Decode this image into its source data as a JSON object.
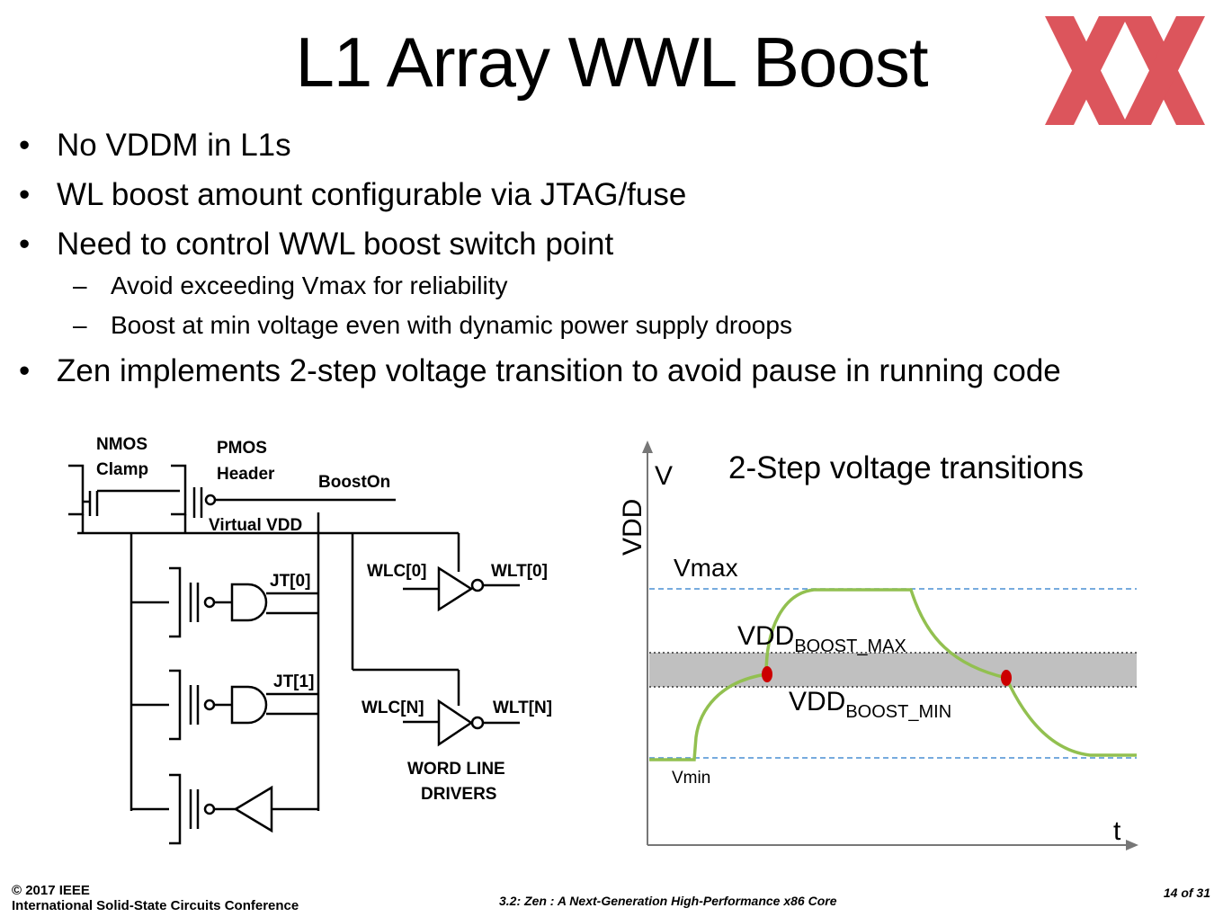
{
  "title": "L1 Array WWL Boost",
  "bullets": [
    {
      "text": "No VDDM in L1s"
    },
    {
      "text": "WL boost amount configurable via JTAG/fuse"
    },
    {
      "text": "Need to control WWL boost switch point"
    },
    {
      "text": "Avoid exceeding Vmax for reliability"
    },
    {
      "text": "Boost at min voltage even with dynamic power supply droops"
    },
    {
      "text": "Zen implements 2-step voltage transition to avoid pause in running code"
    }
  ],
  "bullet_mark": "•",
  "dash_mark": "–",
  "circuit": {
    "nmos_label": "NMOS",
    "clamp_label": "Clamp",
    "pmos_label": "PMOS",
    "header_label": "Header",
    "boost_on": "BoostOn",
    "virtual_vdd": "Virtual VDD",
    "jt0": "JT[0]",
    "jt1": "JT[1]",
    "wlc0": "WLC[0]",
    "wlt0": "WLT[0]",
    "wlcn": "WLC[N]",
    "wltn": "WLT[N]",
    "word_line": "WORD LINE",
    "drivers": "DRIVERS"
  },
  "graph": {
    "title": "2-Step voltage transitions",
    "v_label": "V",
    "vdd_label": "VDD",
    "t_label": "t",
    "vmax": "Vmax",
    "vmin": "Vmin",
    "boost_max_main": "VDD",
    "boost_max_sub": "BOOST_MAX",
    "boost_min_main": "VDD",
    "boost_min_sub": "BOOST_MIN"
  },
  "footer": {
    "copyright": "© 2017 IEEE",
    "conference": "International Solid-State Circuits Conference",
    "session": "3.2: Zen : A Next-Generation High-Performance x86 Core",
    "page": "14 of 31"
  },
  "colors": {
    "logo": "#d9434b",
    "curve": "#92c050",
    "dashed": "#4a8fd4",
    "band": "#c0c0c0",
    "marker": "#cc0000"
  }
}
